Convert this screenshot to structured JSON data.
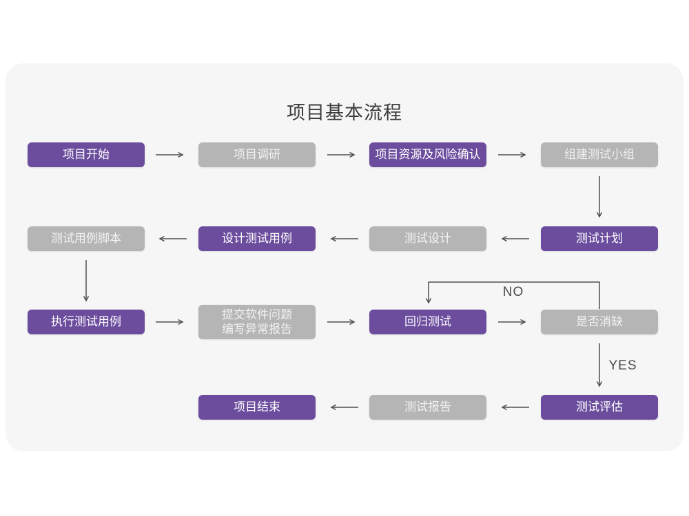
{
  "title": "项目基本流程",
  "connector_labels": {
    "no": "NO",
    "yes": "YES"
  },
  "colors": {
    "purple_node": "#6b4c9d",
    "gray_node": "#b5b5b5",
    "card_background": "#f6f6f7",
    "arrow": "#4f4f4f",
    "title_text": "#3d3d3d"
  },
  "nodes": [
    {
      "label": "项目开始",
      "variant": "purple"
    },
    {
      "label": "项目调研",
      "variant": "gray"
    },
    {
      "label": "项目资源及风险确认",
      "variant": "purple"
    },
    {
      "label": "组建测试小组",
      "variant": "gray"
    },
    {
      "label": "测试用例脚本",
      "variant": "gray"
    },
    {
      "label": "设计测试用例",
      "variant": "purple"
    },
    {
      "label": "测试设计",
      "variant": "gray"
    },
    {
      "label": "测试计划",
      "variant": "purple"
    },
    {
      "label": "执行测试用例",
      "variant": "purple"
    },
    {
      "label": "提交软件问题\n编写异常报告",
      "variant": "gray"
    },
    {
      "label": "回归测试",
      "variant": "purple"
    },
    {
      "label": "是否消缺",
      "variant": "gray"
    },
    {
      "label": "项目结束",
      "variant": "purple"
    },
    {
      "label": "测试报告",
      "variant": "gray"
    },
    {
      "label": "测试评估",
      "variant": "purple"
    }
  ]
}
